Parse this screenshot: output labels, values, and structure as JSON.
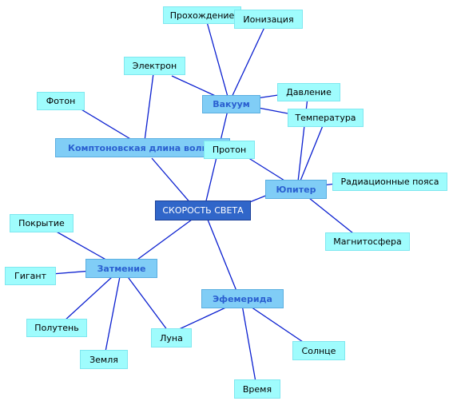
{
  "center": {
    "label": "СКОРОСТЬ СВЕТА"
  },
  "hubs": {
    "vakuum": "Вакуум",
    "compton": "Комптоновская длина волны",
    "jupiter": "Юпитер",
    "zatmenie": "Затмение",
    "efemerida": "Эфемерида"
  },
  "leaves": {
    "prokhozhdenie": "Прохождение",
    "ionizatsiya": "Ионизация",
    "elektron": "Электрон",
    "foton": "Фотон",
    "davlenie": "Давление",
    "temperatura": "Температура",
    "proton": "Протон",
    "radiatsionnye": "Радиационные пояса",
    "magnitosfera": "Магнитосфера",
    "pokrytie": "Покрытие",
    "gigant": "Гигант",
    "poluten": "Полутень",
    "zemlya": "Земля",
    "luna": "Луна",
    "solntse": "Солнце",
    "vremya": "Время"
  },
  "colors": {
    "edge": "#0a1fd0",
    "leaf_bg": "#9ffcfd",
    "hub_bg": "#80cdf6",
    "center_bg": "#3066c9"
  }
}
